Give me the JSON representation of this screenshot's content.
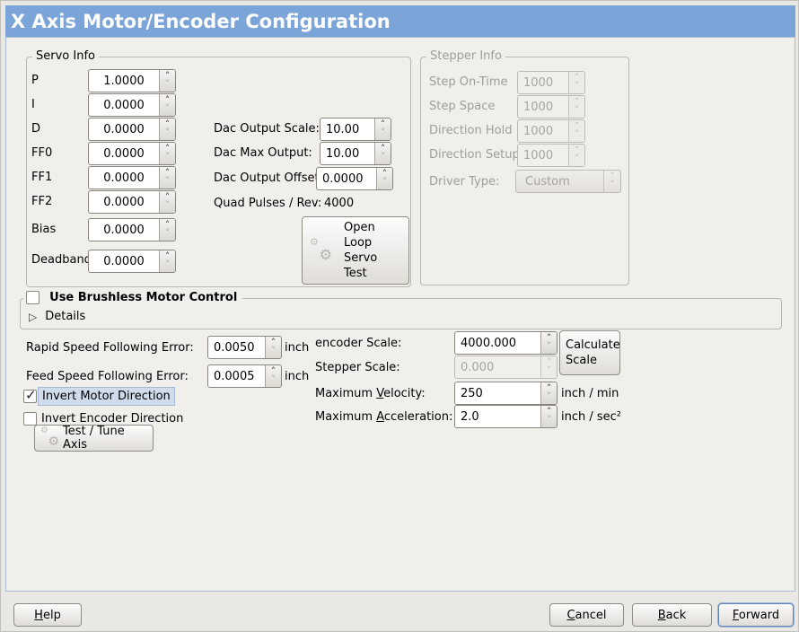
{
  "icons": {
    "gears": "⚙",
    "expander": "▷",
    "check": "✓",
    "spin_up": "˄",
    "spin_down": "˅"
  },
  "window": {
    "title": "X Axis Motor/Encoder Configuration"
  },
  "servo_info": {
    "title": "Servo Info",
    "rows": [
      {
        "label": "P",
        "value": "1.0000"
      },
      {
        "label": "I",
        "value": "0.0000"
      },
      {
        "label": "D",
        "value": "0.0000"
      },
      {
        "label": "FF0",
        "value": "0.0000"
      },
      {
        "label": "FF1",
        "value": "0.0000"
      },
      {
        "label": "FF2",
        "value": "0.0000"
      },
      {
        "label": "Bias",
        "value": "0.0000"
      },
      {
        "label": "Deadband",
        "value": "0.0000"
      }
    ],
    "dac": [
      {
        "label": "Dac Output Scale:",
        "value": "10.00"
      },
      {
        "label": "Dac Max Output:",
        "value": "10.00"
      },
      {
        "label": "Dac Output Offset:",
        "value": "0.0000"
      }
    ],
    "quad_label": "Quad Pulses / Rev:",
    "quad_value": "4000",
    "open_loop_button": "Open\nLoop\nServo\nTest"
  },
  "stepper_info": {
    "title": "Stepper Info",
    "rows": [
      {
        "label": "Step On-Time",
        "value": "1000"
      },
      {
        "label": "Step Space",
        "value": "1000"
      },
      {
        "label": "Direction Hold",
        "value": "1000"
      },
      {
        "label": "Direction Setup",
        "value": "1000"
      }
    ],
    "driver_label": "Driver Type:",
    "driver_value": "Custom"
  },
  "brushless": {
    "label": "Use Brushless Motor Control",
    "details": "Details"
  },
  "following": {
    "rapid_label": "Rapid Speed Following Error:",
    "rapid_value": "0.0050",
    "feed_label": "Feed Speed Following Error:",
    "feed_value": "0.0005",
    "unit": "inch"
  },
  "direction": {
    "invert_motor": "Invert Motor Direction",
    "invert_encoder": "Invert Encoder Direction",
    "test_button": "Test / Tune Axis"
  },
  "scales": {
    "encoder_label": "encoder Scale:",
    "encoder_value": "4000.000",
    "stepper_label": "Stepper Scale:",
    "stepper_value": "0.000",
    "calc_button": "Calculate Scale",
    "velocity_label": "Maximum _Velocity:",
    "velocity_value": "250",
    "velocity_unit": "inch / min",
    "accel_label": "Maximum _Acceleration:",
    "accel_value": "2.0",
    "accel_unit": "inch / sec²"
  },
  "footer": {
    "help": "_Help",
    "cancel": "_Cancel",
    "back": "_Back",
    "forward": "_Forward"
  },
  "colors": {
    "titlebar": "#7ba4d9",
    "panel_bg": "#f1efec",
    "panel_border": "#a9bdd6",
    "highlight_bg": "#cfdcec"
  }
}
